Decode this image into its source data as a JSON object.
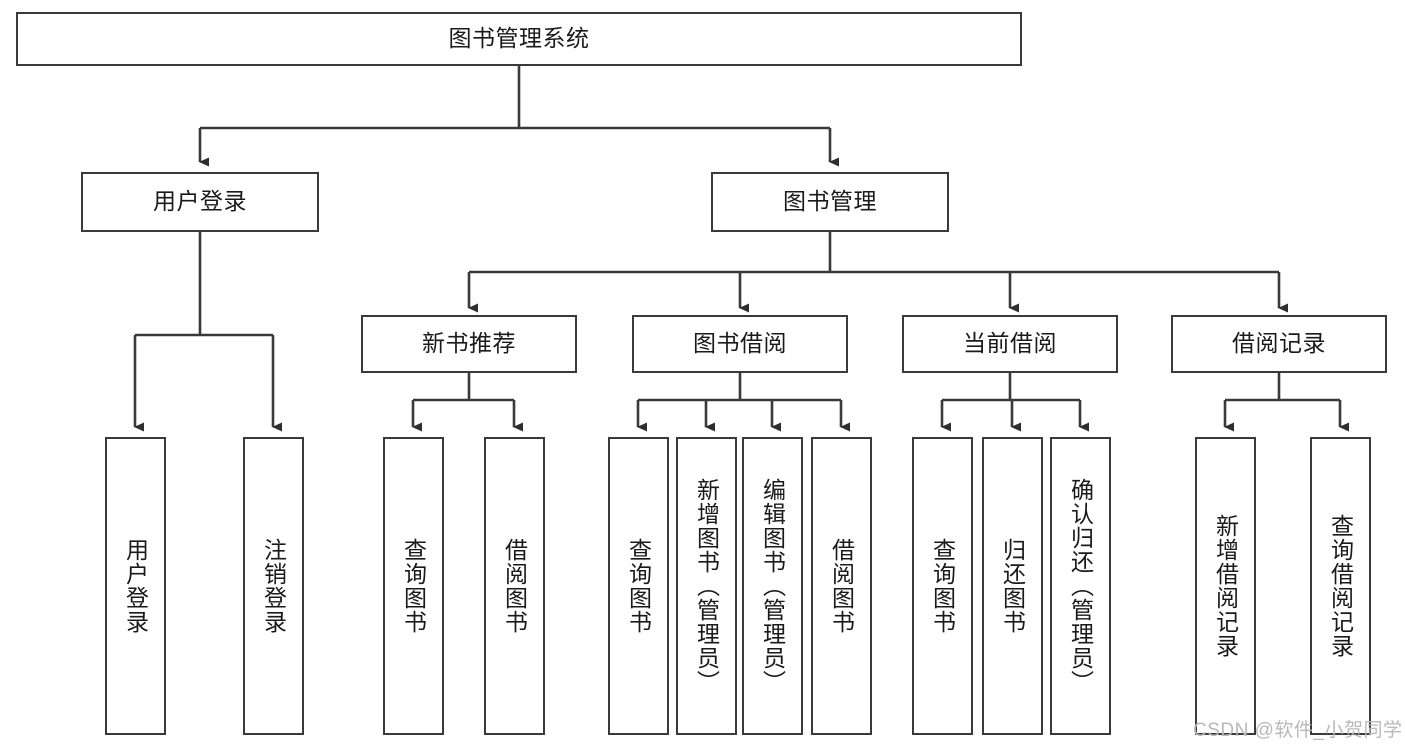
{
  "diagram": {
    "type": "tree-hierarchy-chart",
    "title": "图书管理系统",
    "watermark": "CSDN @软件_小贺同学",
    "colors": {
      "border": "#3a3a3a",
      "background": "#ffffff",
      "text": "#1a1a1a",
      "connector": "#3a3a3a",
      "watermark": "#b9b9b9"
    },
    "nodes": {
      "root": {
        "label": "图书管理系统"
      },
      "level1": [
        {
          "label": "用户登录"
        },
        {
          "label": "图书管理"
        }
      ],
      "level2": [
        {
          "label": "新书推荐"
        },
        {
          "label": "图书借阅"
        },
        {
          "label": "当前借阅"
        },
        {
          "label": "借阅记录"
        }
      ],
      "leaves": {
        "user_login": [
          {
            "label": "用户登录"
          },
          {
            "label": "注销登录"
          }
        ],
        "new_book_recommend": [
          {
            "label": "查询图书"
          },
          {
            "label": "借阅图书"
          }
        ],
        "book_borrow": [
          {
            "label": "查询图书"
          },
          {
            "label": "新增图书（管理员）"
          },
          {
            "label": "编辑图书（管理员）"
          },
          {
            "label": "借阅图书"
          }
        ],
        "current_borrow": [
          {
            "label": "查询图书"
          },
          {
            "label": "归还图书"
          },
          {
            "label": "确认归还（管理员）"
          }
        ],
        "borrow_records": [
          {
            "label": "新增借阅记录"
          },
          {
            "label": "查询借阅记录"
          }
        ]
      }
    }
  }
}
